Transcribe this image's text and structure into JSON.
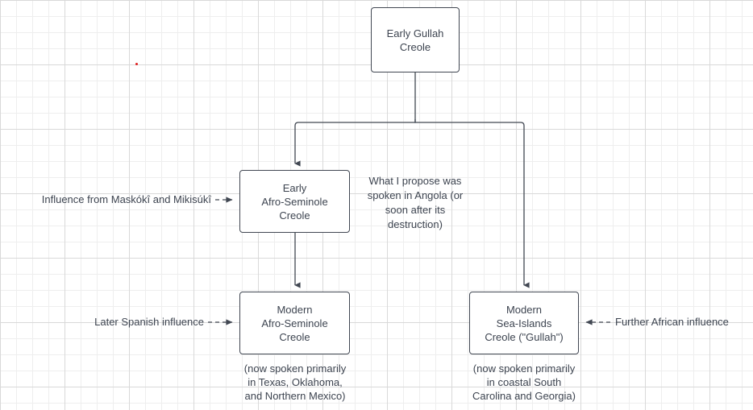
{
  "diagram": {
    "title": "Gullah and Afro-Seminole Creole descent diagram",
    "colors": {
      "stroke": "#414752",
      "text": "#3d4450",
      "grid_minor": "#eeeeee",
      "grid_major": "#d9d9d9",
      "background": "#ffffff",
      "marker": "#e02020"
    },
    "nodes": [
      {
        "id": "early-gullah-creole",
        "label": "Early Gullah\nCreole"
      },
      {
        "id": "early-afro-seminole-creole",
        "label": "Early\nAfro-Seminole\nCreole"
      },
      {
        "id": "modern-afro-seminole-creole",
        "label": "Modern\nAfro-Seminole\nCreole"
      },
      {
        "id": "modern-sea-islands-creole",
        "label": "Modern\nSea-Islands\nCreole (\"Gullah\")"
      }
    ],
    "captions": [
      {
        "id": "afro-seminole-caption",
        "text": "(now spoken primarily\nin Texas, Oklahoma,\nand Northern Mexico)"
      },
      {
        "id": "sea-islands-caption",
        "text": "(now spoken primarily\nin coastal South\nCarolina and Georgia)"
      }
    ],
    "edge_labels": [
      {
        "id": "maskoki-mikisuki-influence",
        "text": "Influence from Maskókî and Mikisúkî"
      },
      {
        "id": "later-spanish-influence",
        "text": "Later Spanish influence"
      },
      {
        "id": "further-african-influence",
        "text": "Further African influence"
      }
    ],
    "notes": [
      {
        "id": "angola-note",
        "text": "What I propose was\nspoken in Angola (or\nsoon after its\ndestruction)"
      }
    ]
  }
}
